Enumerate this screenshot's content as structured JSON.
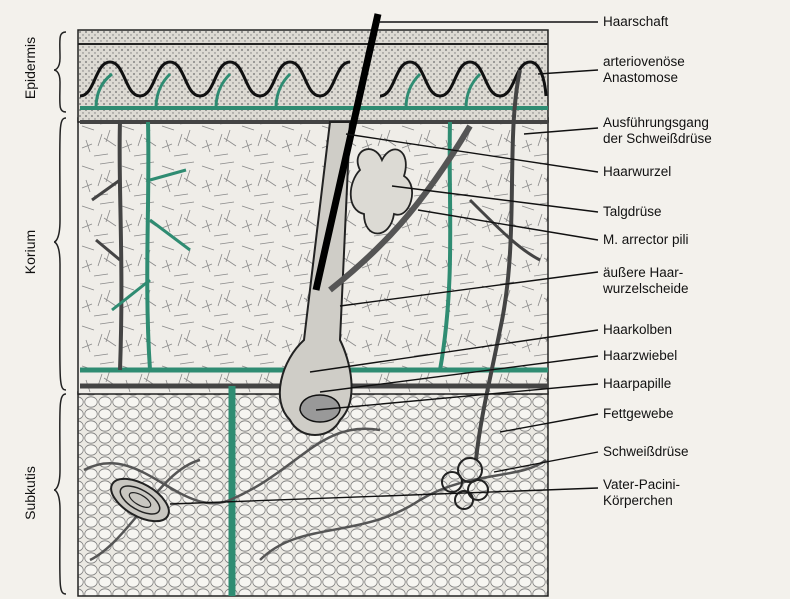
{
  "layers": {
    "epidermis": "Epidermis",
    "korium": "Korium",
    "subkutis": "Subkutis"
  },
  "labels": {
    "haarschaft": "Haarschaft",
    "anastomose_1": "arteriovenöse",
    "anastomose_2": "Anastomose",
    "ausfuehrungsgang_1": "Ausführungsgang",
    "ausfuehrungsgang_2": "der Schweißdrüse",
    "haarwurzel": "Haarwurzel",
    "talgdruese": "Talgdrüse",
    "arrector": "M. arrector pili",
    "scheide_1": "äußere Haar-",
    "scheide_2": "wurzelscheide",
    "haarkolben": "Haarkolben",
    "haarzwiebel": "Haarzwiebel",
    "haarpapille": "Haarpapille",
    "fettgewebe": "Fettgewebe",
    "schweissdruese": "Schweißdrüse",
    "pacini_1": "Vater-Pacini-",
    "pacini_2": "Körperchen"
  },
  "colors": {
    "vessel": "#2f8c72",
    "ink": "#111111",
    "background": "#f3f1ec",
    "fat": "#e6e3dc"
  }
}
